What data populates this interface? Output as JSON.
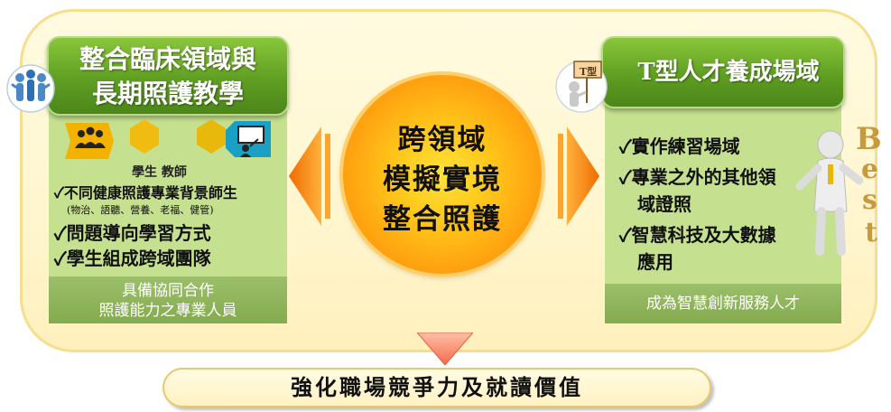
{
  "left_panel": {
    "title_lines": [
      "整合臨床領域與",
      "長期照護教學"
    ],
    "roles_label": "學生 教師",
    "items": [
      "✓不同健康照護專業背景師生",
      "(物治、語聽、營養、老福、健管)",
      "✓問題導向學習方式",
      "✓學生組成跨域團隊"
    ],
    "footer_lines": [
      "具備協同合作",
      "照護能力之專業人員"
    ]
  },
  "center": {
    "lines": [
      "跨領域",
      "模擬實境",
      "整合照護"
    ]
  },
  "right_panel": {
    "title": "T型人才養成場域",
    "sign_text": "T型",
    "items": [
      "✓實作練習場域",
      "✓專業之外的其他領",
      "域證照",
      "✓智慧科技及大數據",
      "應用"
    ],
    "footer": "成為智慧創新服務人才"
  },
  "bottom": {
    "text": "強化職場競爭力及就讀價值"
  },
  "decor": {
    "best_letters": [
      "B",
      "e",
      "s",
      "t"
    ]
  },
  "colors": {
    "header_green": "#5f9e22",
    "panel_green": "#c5e08e",
    "footer_green": "#84ab50",
    "circle_orange": "#ff9a0e",
    "arrow_orange": "#f57a00",
    "icon_teal": "#1e8fa6"
  }
}
